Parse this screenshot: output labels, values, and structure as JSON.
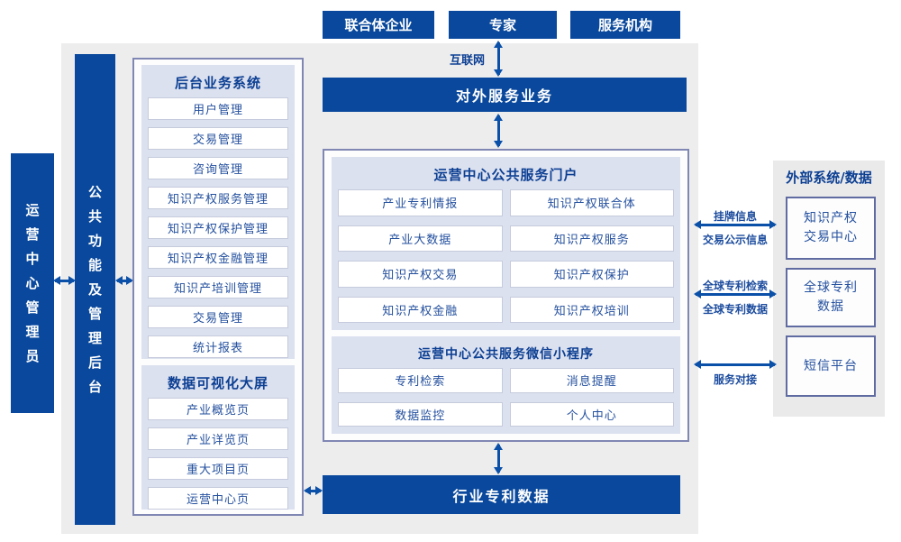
{
  "colors": {
    "primary_blue": "#09489c",
    "arrow_blue": "#0a50a8",
    "panel_lavender": "#dce1ef",
    "background_gray": "#ededed",
    "header_text": "#0c3f93",
    "item_text": "#24509e",
    "outline_border": "#8087b2"
  },
  "top_actors": [
    {
      "label": "联合体企业"
    },
    {
      "label": "专家"
    },
    {
      "label": "服务机构"
    }
  ],
  "internet_label": "互联网",
  "bars": {
    "external_service": "对外服务业务",
    "industry_patent_data": "行业专利数据"
  },
  "left_bars": {
    "admin": "运营中心管理员",
    "backend": "公共功能及管理后台"
  },
  "backend_system": {
    "title": "后台业务系统",
    "items": [
      "用户管理",
      "交易管理",
      "咨询管理",
      "知识产权服务管理",
      "知识产权保护管理",
      "知识产权金融管理",
      "知识产培训管理",
      "交易管理",
      "统计报表"
    ]
  },
  "dashboard": {
    "title": "数据可视化大屏",
    "items": [
      "产业概览页",
      "产业详览页",
      "重大项目页",
      "运营中心页"
    ]
  },
  "portal": {
    "title": "运营中心公共服务门户",
    "items": [
      "产业专利情报",
      "知识产权联合体",
      "产业大数据",
      "知识产权服务",
      "知识产权交易",
      "知识产权保护",
      "知识产权金融",
      "知识产权培训"
    ]
  },
  "miniprogram": {
    "title": "运营中心公共服务微信小程序",
    "items": [
      "专利检索",
      "消息提醒",
      "数据监控",
      "个人中心"
    ]
  },
  "external_systems": {
    "title": "外部系统/数据",
    "boxes": [
      "知识产权\n交易中心",
      "全球专利\n数据",
      "短信平台"
    ]
  },
  "connections": [
    {
      "top": "挂牌信息",
      "bottom": "交易公示信息"
    },
    {
      "top": "全球专利检索",
      "bottom": "全球专利数据"
    },
    {
      "top": "",
      "bottom": "服务对接"
    }
  ]
}
